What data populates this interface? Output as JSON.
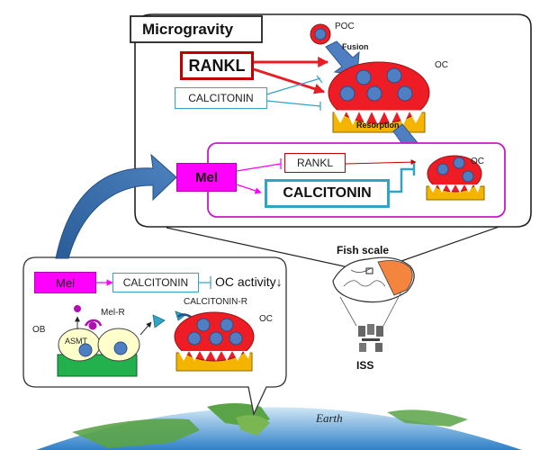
{
  "microgravity": {
    "title": "Microgravity",
    "poc": "POC",
    "fusion": "Fusion",
    "oc_top": "OC",
    "rankl_large": "RANKL",
    "calcitonin_small": "CALCITONIN",
    "resorption": "Resorption",
    "mel": "Mel",
    "rankl_small": "RANKL",
    "calcitonin_large": "CALCITONIN",
    "oc_small": "OC"
  },
  "ground": {
    "mel": "Mel",
    "calcitonin": "CALCITONIN",
    "oc_activity": "OC activity↓",
    "ob": "OB",
    "asmt": "ASMT",
    "mel_r": "Mel-R",
    "calcitonin_r": "CALCITONIN-R",
    "oc": "OC"
  },
  "space": {
    "fish_scale": "Fish scale",
    "iss": "ISS",
    "earth": "Earth"
  },
  "colors": {
    "osteoclast": "#ee1c24",
    "nucleus": "#4f7ec2",
    "bone": "#f5b400",
    "mel_magenta": "#ff00ff",
    "rankl_red": "#c00000",
    "calcitonin_blue": "#31a3c5",
    "osteoblast": "#ffffcc",
    "ob_base": "#22b14c",
    "scale_orange": "#f4853e"
  }
}
